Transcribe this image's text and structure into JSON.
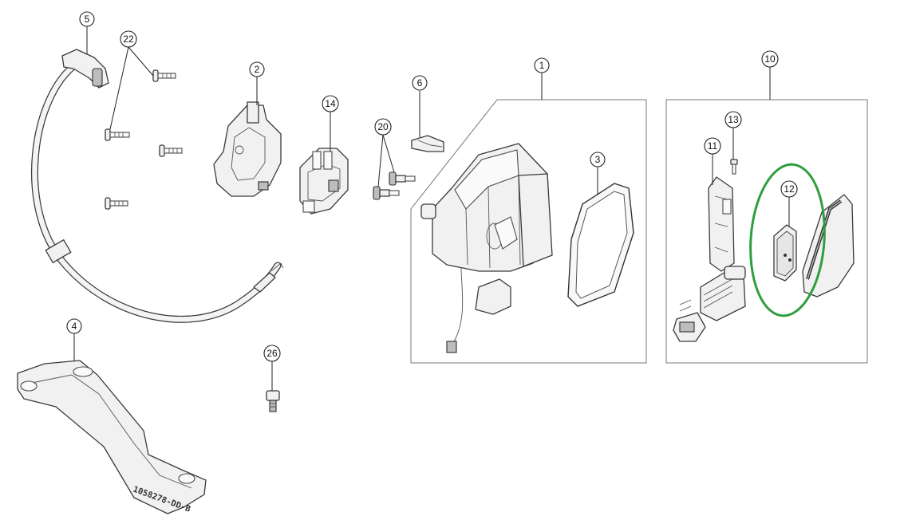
{
  "callouts": [
    {
      "id": "c1",
      "label": "1"
    },
    {
      "id": "c2",
      "label": "2"
    },
    {
      "id": "c3",
      "label": "3"
    },
    {
      "id": "c4",
      "label": "4"
    },
    {
      "id": "c5",
      "label": "5"
    },
    {
      "id": "c6",
      "label": "6"
    },
    {
      "id": "c10",
      "label": "10"
    },
    {
      "id": "c11",
      "label": "11"
    },
    {
      "id": "c12",
      "label": "12"
    },
    {
      "id": "c13",
      "label": "13"
    },
    {
      "id": "c14",
      "label": "14"
    },
    {
      "id": "c20",
      "label": "20"
    },
    {
      "id": "c22",
      "label": "22"
    },
    {
      "id": "c26",
      "label": "26"
    }
  ],
  "part_stamp": "1058278-DD-B",
  "colors": {
    "highlight": "#2f9e3f",
    "line": "#3a3a3a",
    "frame": "#777777"
  }
}
